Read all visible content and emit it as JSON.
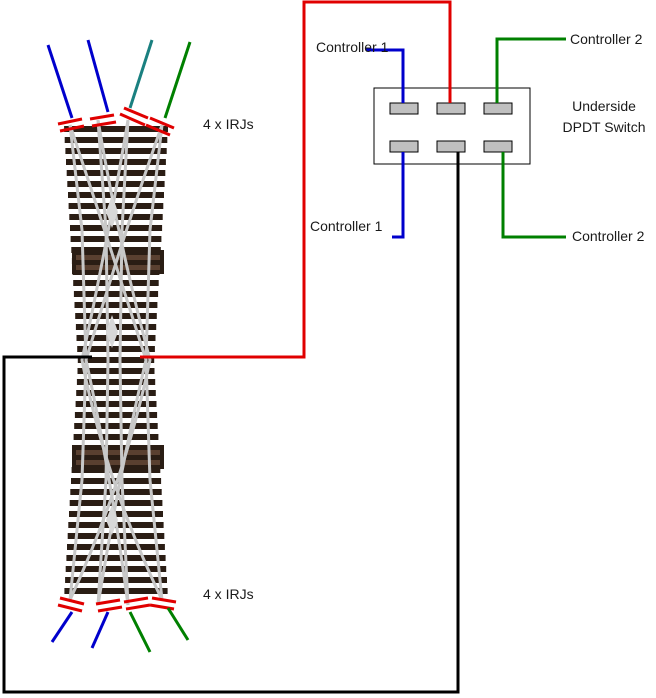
{
  "labels": {
    "irj_top": "4 x IRJs",
    "irj_bottom": "4 x IRJs",
    "controller1_top": "Controller 1",
    "controller1_bottom": "Controller 1",
    "controller2_top": "Controller 2",
    "controller2_bottom": "Controller 2",
    "switch_line1": "Underside",
    "switch_line2": "DPDT Switch"
  },
  "colors": {
    "controller1_wire": "#0000cc",
    "controller2_wire": "#008000",
    "red_wire": "#e00000",
    "black_wire": "#000000",
    "teal_feeder": "#1a8080",
    "irj": "#e00000",
    "sleeper": "#2a1d14",
    "rail": "#c8c8c8",
    "terminal": "#c0c0c0"
  },
  "icons": {
    "crossover_track": "double-slip-track-icon",
    "switch": "dpdt-switch-icon"
  }
}
